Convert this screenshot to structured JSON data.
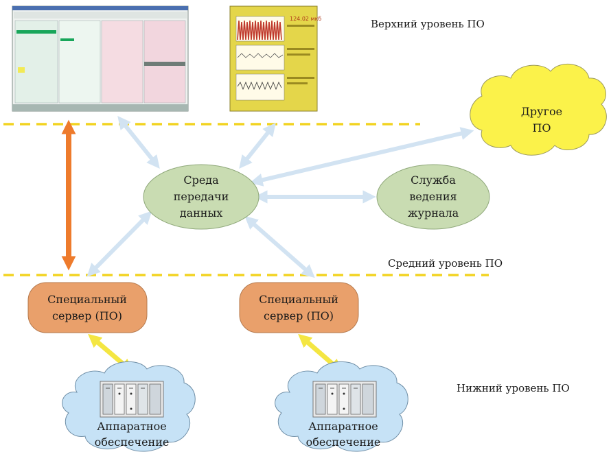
{
  "levels": {
    "top": "Верхний уровень ПО",
    "middle": "Средний уровень ПО",
    "bottom": "Нижний уровень ПО"
  },
  "nodes": {
    "media": [
      "Среда",
      "передачи",
      "данных"
    ],
    "journal": [
      "Служба",
      "ведения",
      "журнала"
    ],
    "other": [
      "Другое",
      "ПО"
    ],
    "server_left": [
      "Специальный",
      "сервер (ПО)"
    ],
    "server_right": [
      "Специальный",
      "сервер (ПО)"
    ],
    "hardware_left": [
      "Аппаратное",
      "обеспечение"
    ],
    "hardware_right": [
      "Аппаратное",
      "обеспечение"
    ]
  },
  "screens": {
    "monitor_value": "124.02 мкб"
  },
  "colors": {
    "level_line": "#f2d321",
    "ellipse_fill": "#c9dcb2",
    "ellipse_stroke": "#8fa87a",
    "server_fill": "#e9a06b",
    "cloud_yellow": "#fbf24a",
    "cloud_blue": "#c6e2f6",
    "arrow_blue": "#d2e3f2",
    "arrow_orange": "#ee7b2c",
    "arrow_yellow": "#f4e642"
  }
}
